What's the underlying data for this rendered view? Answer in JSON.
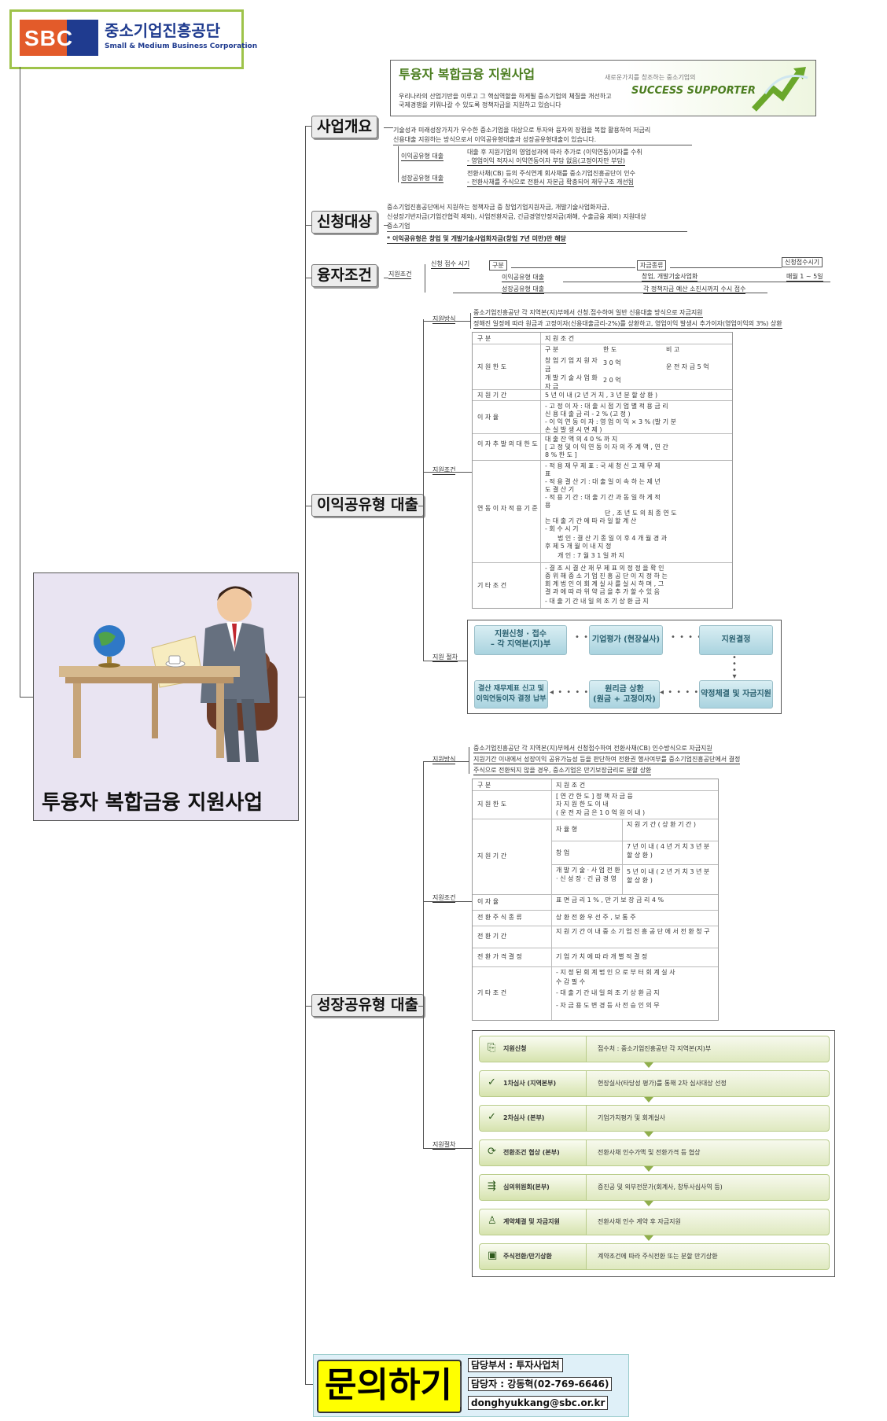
{
  "logo": {
    "abbr": "SBC",
    "korean_name": "중소기업진흥공단",
    "english_name": "Small & Medium Business Corporation"
  },
  "central": {
    "title": "투융자 복합금융 지원사업"
  },
  "banner": {
    "title": "투융자 복합금융 지원사업",
    "desc_line1": "우리나라의 산업기반을 이루고 그 핵심역할을 하게될 중소기업의 체질을 개선하고",
    "desc_line2": "국제경쟁을 키워나갈 수 있도록 정책자금을 지원하고 있습니다",
    "tag": "새로운가치를 창조하는 중소기업의",
    "slogan": "SUCCESS SUPPORTER"
  },
  "overview": {
    "topic": "사업개요",
    "line1": "기술성과 미래성장가치가 우수한 중소기업을 대상으로 투자와 융자의 장점을 복합 활용하여 저금리",
    "line2": "신용대출 지원하는 방식으로서 이익공유형대출과 성장공유형대출이 있습니다.",
    "profit_label": "이익공유형 대출",
    "profit_line1": "대출 후 지원기업의 영업성과에 따라 추가로 (이익연동)이자를 수취",
    "profit_line2": "- 영업이익 적자시 이익연동이자 부담 없음(고정이자만 부담)",
    "growth_label": "성장공유형 대출",
    "growth_line1": "전환사채(CB) 등의 주식연계 회사채를 중소기업진흥공단이 인수",
    "growth_line2": "- 전환사채를 주식으로 전환시 자본금 확충되어 재무구조 개선됨"
  },
  "target": {
    "topic": "신청대상",
    "line1": "중소기업진흥공단에서 지원하는 정책자금 중 창업기업지원자금, 개발기술사업화자금,",
    "line2": "신성장기반자금(기업간협력 제외), 사업전환자금, 긴급경영안정자금(재해, 수출금융 제외) 지원대상",
    "line3": "중소기업",
    "note": "* 이익공유형은 창업 및 개발기술사업화자금(창업 7년 미만)만 해당"
  },
  "conditions": {
    "topic": "융자조건",
    "branch": "지원조건",
    "period_label": "신청 접수 시기",
    "col_type": "구분",
    "col_fund": "자금종류",
    "col_time": "신청접수시기",
    "row1_type": "이익공유형 대출",
    "row1_fund": "창업, 개발기술사업화",
    "row1_time": "매월 1 ~ 5일",
    "row2_type": "성장공유형 대출",
    "row2_fund": "각 정책자금 예산 소진시까지 수시 접수"
  },
  "profit": {
    "topic": "이익공유형 대출",
    "method_label": "지원방식",
    "method_line1": "중소기업진흥공단 각 지역본(지)부에서 신청.접수하여 일반 신용대출 방식으로 자금지원",
    "method_line2": "정해진 일정에 따라 원금과 고정이자(신용대출금리-2%)를 상환하고, 영업이익 발생시 추가이자(영업이익의 3%) 상환",
    "cond_label": "지원조건",
    "process_label": "지원 절차",
    "table_h1": "구 분",
    "table_h2": "지 원 조 건",
    "r_limit": "지 원 한 도",
    "r_limit_h1": "구 분",
    "r_limit_h2": "한 도",
    "r_limit_h3": "비 고",
    "r_limit_a": "창 업 기 업 지 원 자 금",
    "r_limit_a_v": "3 0 억",
    "r_limit_b": "개 발 기 술 사 업 화 자 금",
    "r_limit_b_v": "2 0 억",
    "r_limit_note": "운 전 자 금 5 억",
    "r_period": "지 원 기 간",
    "r_period_v": "5 년 이 내 (2 년 거 치 , 3 년 분 할 상 환 )",
    "r_rate": "이 자 율",
    "r_rate_v1": "- 고 정 이 자 : 대 출 시 점 기 업 별 적 용 금 리",
    "r_rate_v2": "신 용 대 출 금 리 - 2 % (고 정 )",
    "r_rate_v3": "- 이 익 연 동 이 자 : 영 업 이 익 × 3 % (발 기 분",
    "r_rate_v4": "손 실 발 생 시 면 제 )",
    "r_ratio": "이 자 추 발 의 대 한 도",
    "r_ratio_v1": "대 출 잔 액 의 4 0 % 까 지",
    "r_ratio_v2": "[ 고 정 및 이 익 연 동 이 자 의 주 계 액 , 연 간",
    "r_ratio_v3": "8 % 한 도 ]",
    "r_extra": "연 동 이 자 적 용 기 준",
    "r_extra_v1": "- 적 용 재 무 제 표 : 국 세 청 신 고 재 무 제",
    "r_extra_v2": "표",
    "r_extra_v3": "- 적 용 결 산 기 : 대 출 일 이 속 하 는 제 년",
    "r_extra_v4": "도 결 산 기",
    "r_extra_v5": "- 적 용 기 간 : 대 출 기 간 과 동 일 하 게 적",
    "r_extra_v6": "용",
    "r_extra_v7": "단 , 조 년 도 의 최 종 연 도",
    "r_extra_v8": "는 대 출 기 간 에 따 라 일 할 계 산",
    "r_extra_v9": "- 회 수 시 기",
    "r_extra_v10": "법 인 : 결 산 기 종 일 이 후 4 개 월 경 과",
    "r_extra_v11": "후 제 5 개 월 이 내 지 정",
    "r_extra_v12": "개 인 : 7 월 3 1 일 까 지",
    "r_other": "기 타 조 건",
    "r_other_v1": "- 결 조 시 결 산 재 무 제 표 의 정 정 을 확 인",
    "r_other_v2": "중 위 해 중 소 기 업 진 흥 공 단 이 지 정 하 는",
    "r_other_v3": "회 계 법 인 이 회 계 실 사 를 실 시 하 며 , 그",
    "r_other_v4": "결 과 에 따 라 위 약 금 을 추 가 할 수 있 음",
    "r_other_v5": "- 대 출 기 간 내 일 의 조 기 상 환 금 지",
    "flow1_a": "지원신청 · 접수",
    "flow1_b": "– 각 지역본(지)부",
    "flow2": "기업평가 (현장실사)",
    "flow3": "지원결정",
    "flow4": "약정체결 및 자금지원",
    "flow5_a": "원리금 상환",
    "flow5_b": "(원금 + 고정이자)",
    "flow6_a": "결산 재무제표 신고 및",
    "flow6_b": "이익연동이자 결정 납부"
  },
  "growth": {
    "topic": "성장공유형 대출",
    "method_label": "지원방식",
    "method_line1": "중소기업진흥공단 각 지역본(지)부에서 신청접수하여 전환사채(CB) 인수방식으로 자금지원",
    "method_line2": "지원기간 이내에서 성장이익 공유가능성 등을 판단하여 전환권 행사여부를 중소기업진흥공단에서 결정",
    "method_line3": "주식으로 전환되지 않을 경우, 중소기업은 만기보장금리로 분할 상환",
    "cond_label": "지원조건",
    "process_label": "지원절차",
    "table_h1": "구 분",
    "table_h2": "지 원 조 건",
    "r_limit": "지 원 한 도",
    "r_limit_v1": "[ 연 간 한 도 ] 정 책 자 금 융",
    "r_limit_v2": "자 지 원 한 도 이 내",
    "r_limit_v3": "( 운 전 자 금 은 1 0 억 원 이 내 )",
    "r_period": "지 원 기 간",
    "r_period_a": "자 율 형",
    "r_period_a_v": "지 원 기 간 ( 상 환 기 간 )",
    "r_period_b": "창 업",
    "r_period_b_v": "7 년 이 내 ( 4 년 거 치 3 년 분 할 상 환 )",
    "r_period_c": "개 발 기 술 · 사 업 전 환 · 신 성 장 · 긴 급 경 영",
    "r_period_c_v": "5 년 이 내 ( 2 년 거 치 3 년 분 할 상 환 )",
    "r_rate": "이 자 율",
    "r_rate_v": "표 면 금 리 1 % , 만 기 보 장 금 리 4 %",
    "r_conv": "전 환 주 식 종 류",
    "r_conv_v": "상 환 전 환 우 선 주 , 보 통 주",
    "r_conv_period": "전 환 기 간",
    "r_conv_period_v": "지 원 기 간 이 내 중 소 기 업 진 흥 공 단 에 서 전 환 청 구",
    "r_conv_price": "전 환 가 격 결 정",
    "r_conv_price_v": "기 업 가 치 에 따 라 개 별 적 결 정",
    "r_other": "기 타 조 건",
    "r_other_v1": "- 지 정 된 회 계 법 인 으 로 부 터 회 계 실 사",
    "r_other_v2": "수 감 필 수",
    "r_other_v3": "- 대 출 기 간 내 일 의 조 기 상 환 금 지",
    "r_other_v4": "- 자 금 용 도 변 경 등 사 전 승 인 의 무",
    "steps": [
      {
        "icon": "⎘",
        "label": "지원신청",
        "desc": "접수처 : 중소기업진흥공단 각 지역본(지)부"
      },
      {
        "icon": "✓",
        "label": "1차심사 (지역본부)",
        "desc": "현장실사(타당성 평가)를 통해 2차 심사대상 선정"
      },
      {
        "icon": "✓",
        "label": "2차심사 (본부)",
        "desc": "기업가치평가 및 회계실사"
      },
      {
        "icon": "⟳",
        "label": "전환조건 협상 (본부)",
        "desc": "전환사채 인수가액 및 전환가격 등 협상"
      },
      {
        "icon": "⇶",
        "label": "심의위원회(본부)",
        "desc": "증진공 및 외부전문가(회계사, 창투사심사역 등)"
      },
      {
        "icon": "♙",
        "label": "계약체결 및 자금지원",
        "desc": "전환사채 인수 계약 후 자금지원"
      },
      {
        "icon": "▣",
        "label": "주식전환/만기상환",
        "desc": "계약조건에 따라 주식전환 또는 분할 만기상환"
      }
    ]
  },
  "contact": {
    "topic": "문의하기",
    "dept": "담당부서 : 투자사업처",
    "person": "담당자 : 강동혁(02-769-6646)",
    "email": "donghyukkang@sbc.or.kr"
  }
}
